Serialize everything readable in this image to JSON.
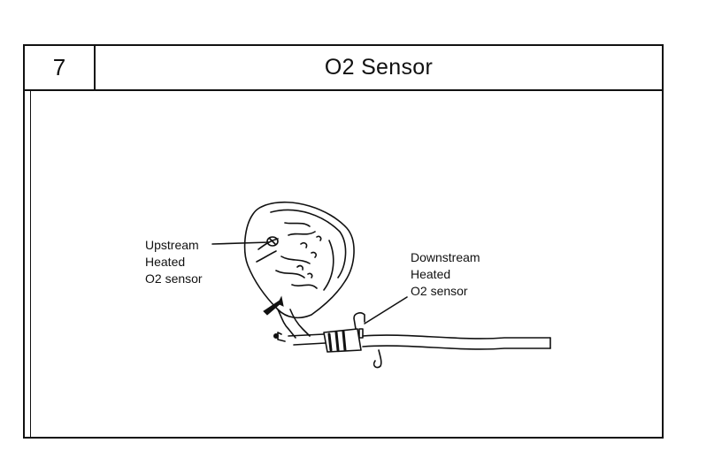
{
  "header": {
    "number": "7",
    "title": "O2 Sensor"
  },
  "labels": {
    "upstream": [
      "Upstream",
      "Heated",
      "O2 sensor"
    ],
    "downstream": [
      "Downstream",
      "Heated",
      "O2 sensor"
    ]
  },
  "colors": {
    "ink": "#111111",
    "background": "#ffffff"
  }
}
